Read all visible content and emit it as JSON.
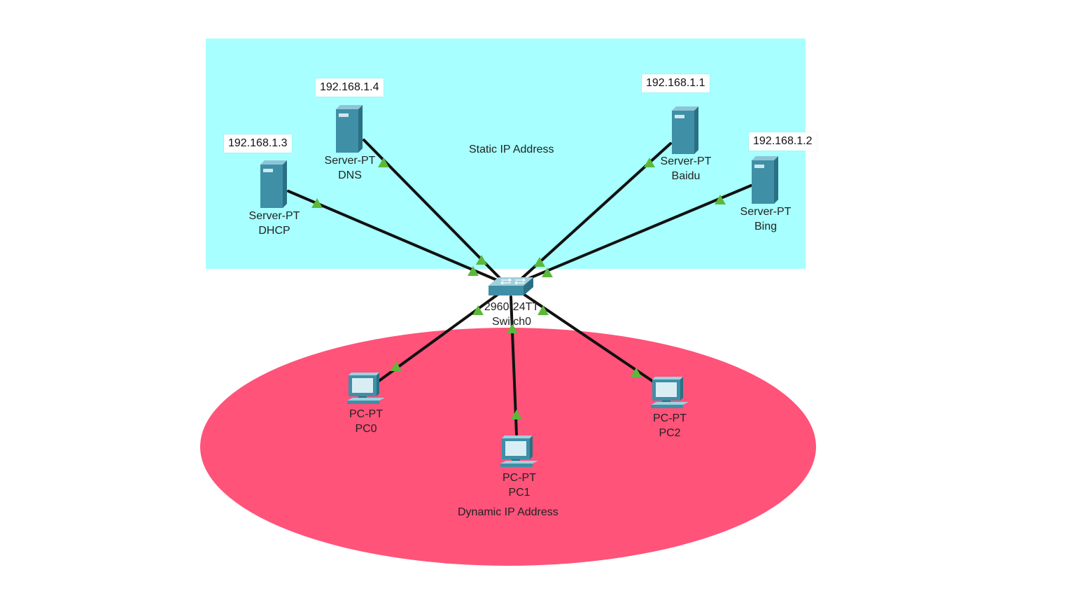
{
  "zones": {
    "static": {
      "label": "Static IP Address",
      "color": "#a8ffff"
    },
    "dynamic": {
      "label": "Dynamic IP Address",
      "color": "#ff537a"
    }
  },
  "colors": {
    "link": "#111111",
    "link_light": "#5cb83a",
    "device": "#3f8fa6"
  },
  "switch": {
    "model": "2960-24TT",
    "name": "Switch0"
  },
  "servers": [
    {
      "key": "dhcp",
      "type": "Server-PT",
      "name": "DHCP",
      "ip": "192.168.1.3"
    },
    {
      "key": "dns",
      "type": "Server-PT",
      "name": "DNS",
      "ip": "192.168.1.4"
    },
    {
      "key": "baidu",
      "type": "Server-PT",
      "name": "Baidu",
      "ip": "192.168.1.1"
    },
    {
      "key": "bing",
      "type": "Server-PT",
      "name": "Bing",
      "ip": "192.168.1.2"
    }
  ],
  "pcs": [
    {
      "key": "pc0",
      "type": "PC-PT",
      "name": "PC0"
    },
    {
      "key": "pc1",
      "type": "PC-PT",
      "name": "PC1"
    },
    {
      "key": "pc2",
      "type": "PC-PT",
      "name": "PC2"
    }
  ]
}
